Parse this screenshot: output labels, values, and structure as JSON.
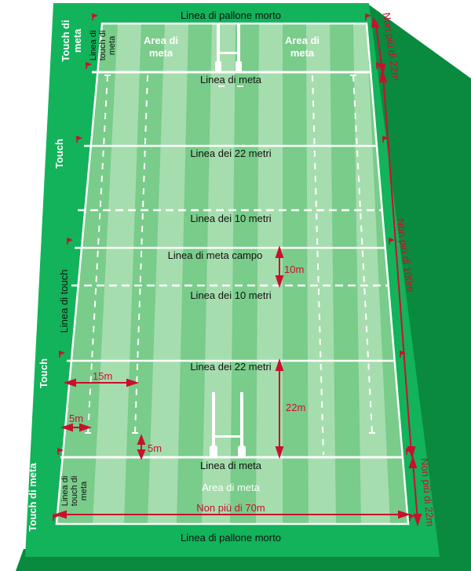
{
  "colors": {
    "outer_green": "#12b35a",
    "outer_side": "#0a8a3f",
    "stripe_light": "#8fd69a",
    "stripe_dark": "#64c27c",
    "measure_red": "#c8102e",
    "line_white": "#ffffff"
  },
  "labels": {
    "dead_ball_top": "Linea di pallone morto",
    "dead_ball_bottom": "Linea di pallone morto",
    "in_goal_top_left": [
      "Area di",
      "meta"
    ],
    "in_goal_top_right": [
      "Area di",
      "meta"
    ],
    "in_goal_bottom": "Area di meta",
    "try_line_top": "Linea di meta",
    "try_line_bottom": "Linea di meta",
    "line_22_top": "Linea dei 22 metri",
    "line_10_top": "Linea dei 10 metri",
    "halfway": "Linea di meta campo",
    "line_10_bottom": "Linea dei 10 metri",
    "line_22_bottom": "Linea dei 22 metri",
    "touch_in_goal_top_line": [
      "Linea di",
      "touch di",
      "meta"
    ],
    "touch_in_goal_bottom_line": [
      "Linea di",
      "touch di",
      "meta"
    ],
    "touch_in_goal_top": [
      "Touch di",
      "meta"
    ],
    "touch_in_goal_bottom": "Touch di meta",
    "touch_upper": "Touch",
    "touch_line": "Linea di touch",
    "touch_lower": "Touch"
  },
  "measurements": {
    "in_goal_top": "Non più di 22m",
    "field_length": "Non più di 100m",
    "in_goal_bottom": "Non più di 22m",
    "width": "Non più di 70m",
    "dist_10m": "10m",
    "dist_22m": "22m",
    "dist_15m": "15m",
    "dist_5m_side": "5m",
    "dist_5m_goal": "5m"
  }
}
